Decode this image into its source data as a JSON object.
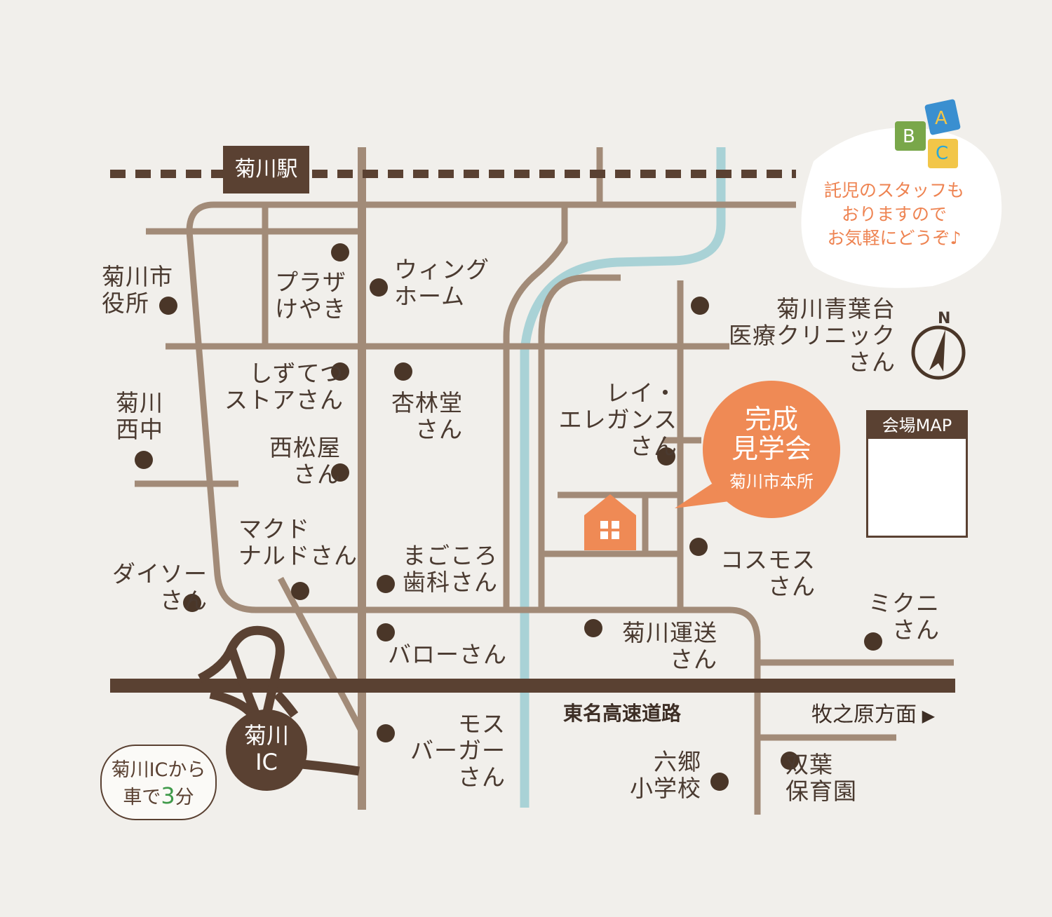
{
  "station": "菊川駅",
  "highway": "東名高速道路",
  "direction": "牧之原方面",
  "destination": {
    "title": "完成\n見学会",
    "subtitle": "菊川市本所"
  },
  "note": "託児のスタッフも\nおりますので\nお気軽にどうぞ♪",
  "blocks": [
    "A",
    "B",
    "C"
  ],
  "compass": "N",
  "qr": {
    "header": "会場MAP"
  },
  "interchange": "菊川\nIC",
  "ic_bubble": {
    "line1": "菊川ICから",
    "line2_pre": "車で",
    "line2_num": "3",
    "line2_post": "分"
  },
  "landmarks": [
    "菊川市\n役所",
    "プラザ\nけやき",
    "ウィング\nホーム",
    "しずてつ\nストアさん",
    "杏林堂\nさん",
    "菊川\n西中",
    "西松屋\nさん",
    "レイ・\nエレガンス\nさん",
    "菊川青葉台\n医療クリニック\nさん",
    "コスモス\nさん",
    "マクド\nナルドさん",
    "まごころ\n歯科さん",
    "ダイソー\nさん",
    "バローさん",
    "菊川運送\nさん",
    "ミクニ\nさん",
    "モス\nバーガー\nさん",
    "六郷\n小学校",
    "双葉\n保育園"
  ],
  "colors": {
    "road": "#a28b78",
    "dark": "#5a4132",
    "river": "#a9d2d6",
    "accent": "#ef8a55"
  }
}
